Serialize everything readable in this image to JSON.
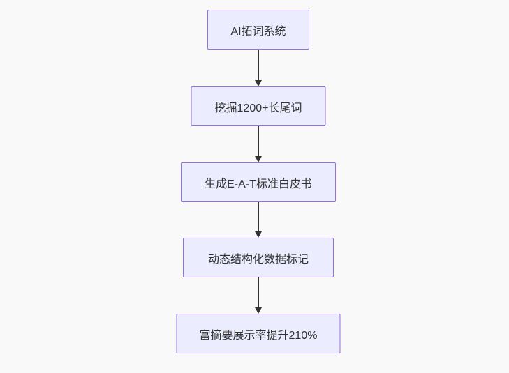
{
  "diagram": {
    "type": "flowchart-vertical",
    "colors": {
      "background": "#f9f9f9",
      "node_fill": "#ECECFF",
      "node_border": "#9370DB",
      "node_text": "#333333",
      "arrow": "#333333"
    },
    "nodes": [
      {
        "label": "AI拓词系统"
      },
      {
        "label": "挖掘1200+长尾词"
      },
      {
        "label": "生成E-A-T标准白皮书"
      },
      {
        "label": "动态结构化数据标记"
      },
      {
        "label": "富摘要展示率提升210%"
      }
    ],
    "edges": [
      {
        "from": 0,
        "to": 1
      },
      {
        "from": 1,
        "to": 2
      },
      {
        "from": 2,
        "to": 3
      },
      {
        "from": 3,
        "to": 4
      }
    ]
  }
}
